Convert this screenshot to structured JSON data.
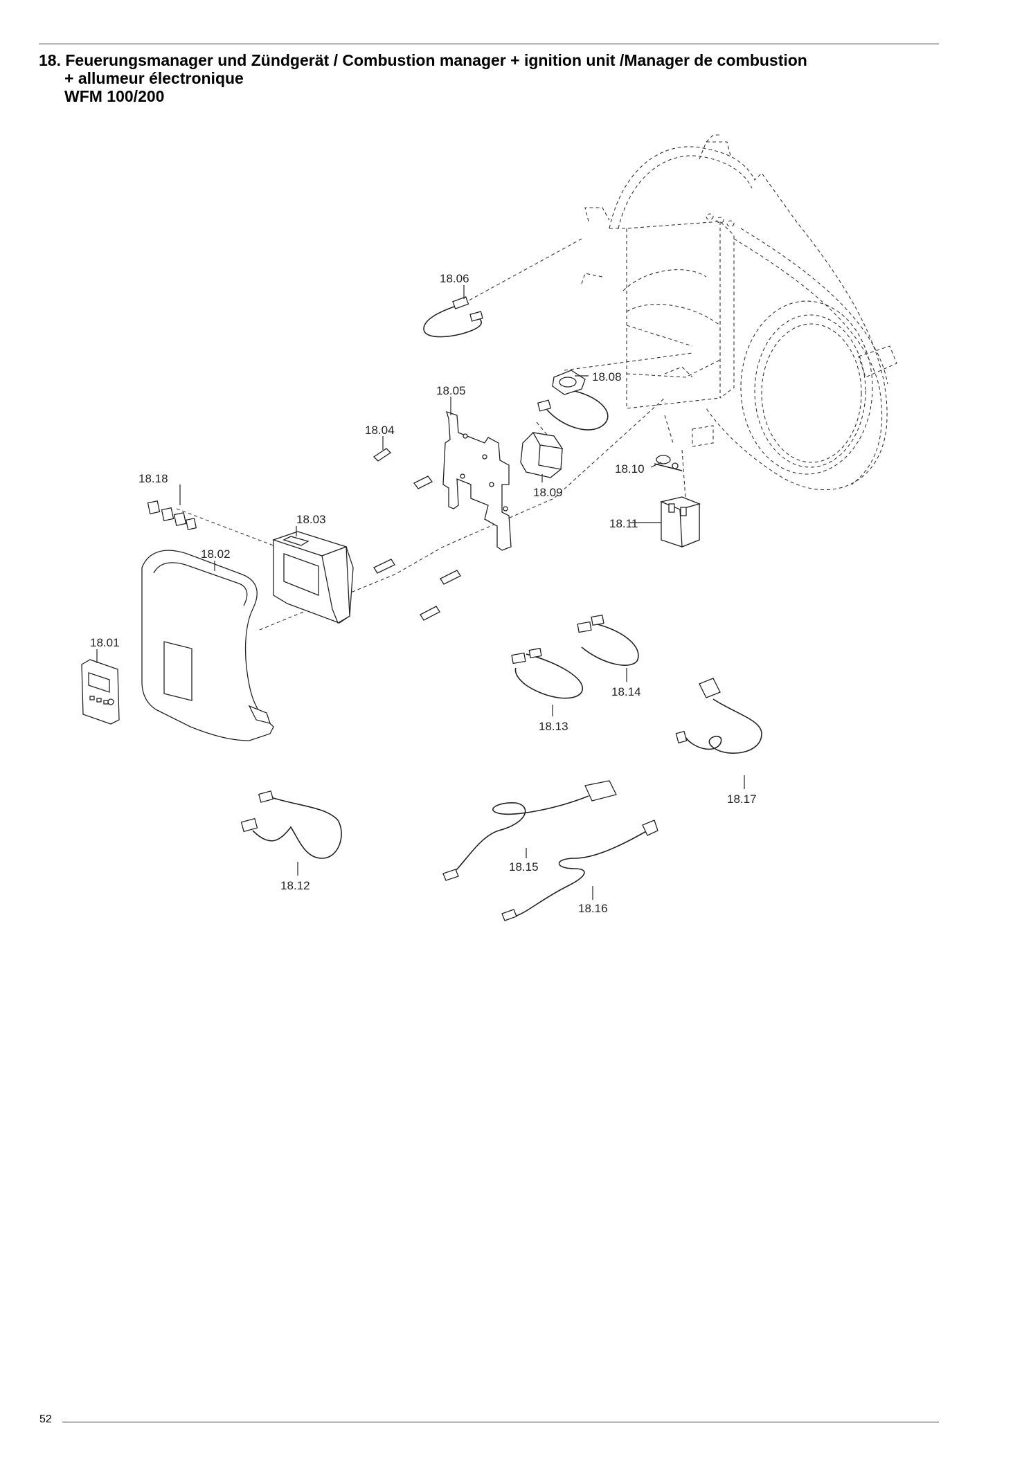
{
  "title": {
    "line1": "18. Feuerungsmanager und Zündgerät / Combustion manager + ignition unit /Manager de combustion",
    "line2": "+ allumeur électronique",
    "line3": "WFM 100/200"
  },
  "page_number": "52",
  "parts": [
    {
      "id": "18.01",
      "label": "18.01"
    },
    {
      "id": "18.02",
      "label": "18.02"
    },
    {
      "id": "18.03",
      "label": "18.03"
    },
    {
      "id": "18.04",
      "label": "18.04"
    },
    {
      "id": "18.05",
      "label": "18.05"
    },
    {
      "id": "18.06",
      "label": "18.06"
    },
    {
      "id": "18.08",
      "label": "18.08"
    },
    {
      "id": "18.09",
      "label": "18.09"
    },
    {
      "id": "18.10",
      "label": "18.10"
    },
    {
      "id": "18.11",
      "label": "18.11"
    },
    {
      "id": "18.12",
      "label": "18.12"
    },
    {
      "id": "18.13",
      "label": "18.13"
    },
    {
      "id": "18.14",
      "label": "18.14"
    },
    {
      "id": "18.15",
      "label": "18.15"
    },
    {
      "id": "18.16",
      "label": "18.16"
    },
    {
      "id": "18.17",
      "label": "18.17"
    },
    {
      "id": "18.18",
      "label": "18.18"
    }
  ]
}
